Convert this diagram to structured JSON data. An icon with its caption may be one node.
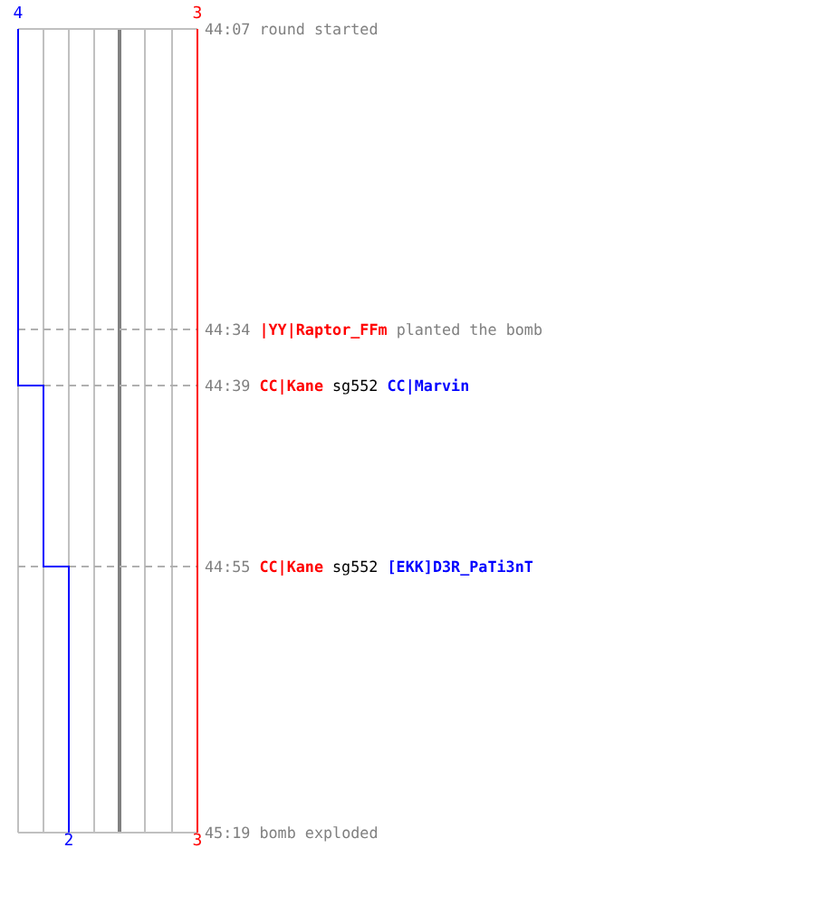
{
  "diagram": {
    "labels": [
      "4",
      "3",
      "44:07",
      "round started",
      "44:34",
      "|YY|Raptor_FFm",
      "planted the bomb",
      "44:39",
      "CC|Kane",
      "sg552",
      "CC|Marvin",
      "44:55",
      "CC|Kane",
      "sg552",
      "[EKK]D3R_PaTi3nT",
      "2",
      "3",
      "45:19",
      "bomb exploded"
    ]
  }
}
